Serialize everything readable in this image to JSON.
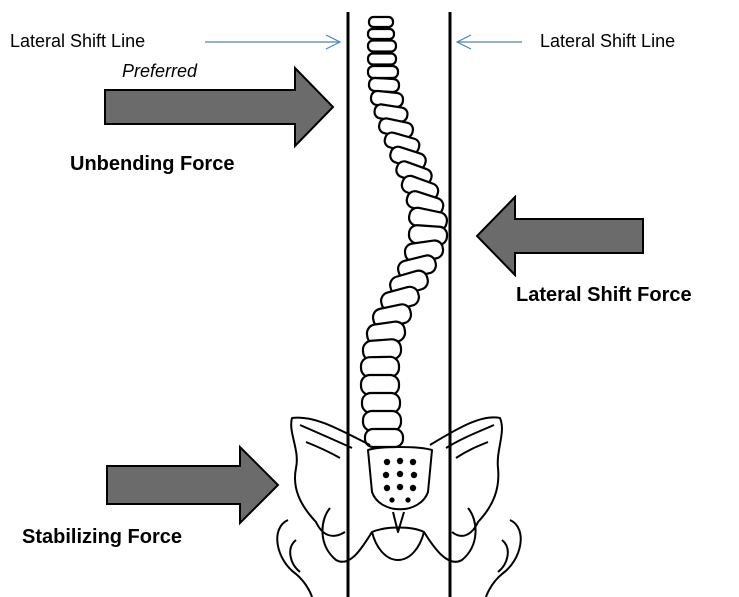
{
  "labels": {
    "lateral_shift_line_left": "Lateral Shift Line",
    "preferred": "Preferred",
    "lateral_shift_line_right": "Lateral Shift Line",
    "unbending_force": "Unbending Force",
    "lateral_shift_force": "Lateral Shift Force",
    "stabilizing_force": "Stabilizing Force"
  },
  "colors": {
    "arrow_fill": "#6b6b6b",
    "pointer_line": "#4f81bd",
    "outline": "#000000"
  },
  "icons": {
    "spine": "spine-illustration",
    "pelvis": "pelvis-illustration"
  }
}
